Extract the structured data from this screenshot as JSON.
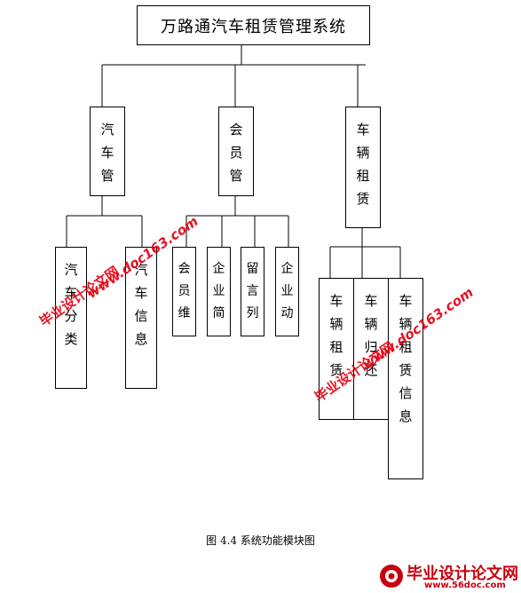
{
  "title": "万路通汽车租赁管理系统",
  "modules": [
    {
      "label": [
        "汽",
        "车",
        "管"
      ],
      "children": [
        [
          "汽",
          "车",
          "分",
          "类"
        ],
        [
          "汽",
          "车",
          "信",
          "息"
        ]
      ]
    },
    {
      "label": [
        "会",
        "员",
        "管"
      ],
      "children": [
        [
          "会",
          "员",
          "维"
        ],
        [
          "企",
          "业",
          "简"
        ],
        [
          "留",
          "言",
          "列"
        ],
        [
          "企",
          "业",
          "动"
        ]
      ]
    },
    {
      "label": [
        "车",
        "辆",
        "租",
        "赁"
      ],
      "children": [
        [
          "车",
          "辆",
          "租",
          "赁"
        ],
        [
          "车",
          "辆",
          "归",
          "还"
        ],
        [
          "车",
          "辆",
          "租",
          "赁",
          "信",
          "息"
        ]
      ]
    }
  ],
  "caption": "图 4.4  系统功能模块图",
  "watermarks": {
    "cn": "毕业设计论文网",
    "url": "www.doc163.com"
  },
  "logo": {
    "name": "毕业设计论文网",
    "url": "www.56doc.com",
    "accent_color": "#c8000e"
  }
}
